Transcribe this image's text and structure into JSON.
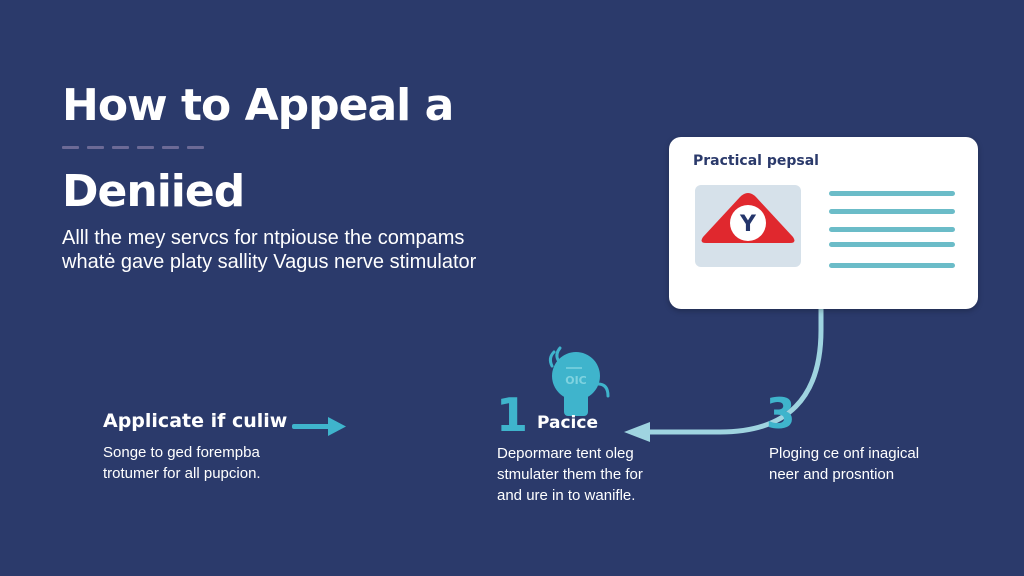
{
  "colors": {
    "background": "#2b3a6b",
    "accent": "#3fb4cc",
    "connector": "#9fd4e0",
    "card_bg": "#ffffff",
    "card_title": "#2b3a6b",
    "card_lines": "#6bbcc8",
    "thumb_bg": "#d6e1ea",
    "logo_red": "#e0282e",
    "logo_letter": "#24356b"
  },
  "header": {
    "title_line_1": "How to Appeal a",
    "title_line_2": "Deniied",
    "subtitle_line_1": "Alll the mey servcs for ntpiouse the compams",
    "subtitle_line_2": "whatė gave platy sallity Vagus nerve stimulator"
  },
  "card": {
    "title": "Practical pepsal",
    "logo_letter": "Y",
    "logo_icon": "warning-triangle-logo"
  },
  "steps": [
    {
      "number": "",
      "title": "Applicate if culiw",
      "desc_line_1": "Songe to ged forempba",
      "desc_line_2": "trotumer for all pupcion.",
      "icon": "arrow-right-icon"
    },
    {
      "number": "1",
      "title": "Pacice",
      "desc_line_1": "Depormare tent oleg",
      "desc_line_2": "stmulater them the for",
      "desc_line_3": "and ure in to wanifle.",
      "icon": "lightbulb-icon",
      "icon_label": "OIC"
    },
    {
      "number": "3",
      "title": "",
      "desc_line_1": "Ploging ce onf inagical",
      "desc_line_2": "neer and prosntion"
    }
  ]
}
